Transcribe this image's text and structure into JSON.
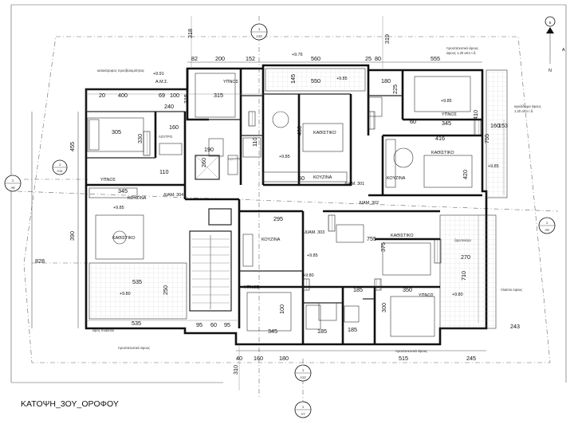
{
  "drawing_title": "ΚΑΤΟΨΗ_3ΟΥ_ΟΡΟΦΟΥ",
  "north": {
    "letter": "N",
    "arrow_label_top": "B",
    "arrow_label_mid": "A"
  },
  "section_markers": [
    {
      "id": "top",
      "num": "1",
      "ref": "A10"
    },
    {
      "id": "left",
      "num": "1",
      "ref": "A8"
    },
    {
      "id": "right",
      "num": "1",
      "ref": "A9"
    },
    {
      "id": "bottom-mid",
      "num": "1",
      "ref": "A12"
    },
    {
      "id": "bottom",
      "num": "1",
      "ref": "A7"
    },
    {
      "id": "left-small",
      "num": "1",
      "ref": "A11"
    }
  ],
  "rooms": {
    "ypnos_a": "ΥΠΝΟΣ",
    "ypnos_b": "ΥΠΝΟΣ",
    "ypnos_c": "ΥΠΝΟΣ",
    "ypnos_d": "ΥΠΝΟΣ",
    "ypnos_e": "ΥΠΝΟΣ",
    "kathistiko_a": "ΚΑΘΙΣΤΙΚΟ",
    "kathistiko_b": "ΚΑΘΙΣΤΙΚΟ",
    "kathistiko_c": "ΚΑΘΙΣΤΙΚΟ",
    "kathistiko_d": "ΚΑΘΙΣΤΙΚΟ",
    "kouzina_a": "ΚΟΥΖΙΝΑ",
    "kouzina_b": "ΚΟΥΖΙΝΑ",
    "kouzina_c": "ΚΟΥΖΙΝΑ",
    "kouzina_d": "ΚΟΥΖΙΝΑ",
    "diam_301": "ΔΙΑΜ. 301",
    "diam_302": "ΔΙΑΜ. 302",
    "diam_303": "ΔΙΑΜ. 303",
    "diam_304": "ΔΙΑΜ. 304",
    "ams": "Α.Μ.Σ.",
    "lutro": "ΛΟΥΤΡΟ",
    "lutro_b": "ΛΟΥΤΡΟ"
  },
  "levels": {
    "l1": "+9.91",
    "l2": "+9.76",
    "l3": "+9.85",
    "l4": "+9.85",
    "l5": "+9.85",
    "l6": "+9.85",
    "l7": "+9.85",
    "l8": "+9.80",
    "l9": "+9.80",
    "l10": "+9.80",
    "l11": "+9.85"
  },
  "dims": {
    "top": [
      "82",
      "200",
      "152",
      "560",
      "25",
      "80",
      "555"
    ],
    "top_318": "318",
    "top_319": "319",
    "row2": [
      "20",
      "400",
      "69",
      "100",
      "315",
      "550",
      "180"
    ],
    "side_left": [
      "455",
      "390",
      "828"
    ],
    "bottom": [
      "40",
      "160",
      "180",
      "515",
      "245"
    ],
    "bottom_310": "310",
    "bottom_left": [
      "535",
      "95",
      "60",
      "95"
    ],
    "misc": {
      "d160": "160",
      "d190": "190",
      "d260": "260",
      "d110a": "110",
      "d110b": "110",
      "d345a": "345",
      "d535a": "535",
      "d250": "250",
      "d330": "330",
      "d305": "305",
      "d315": "315",
      "d400": "400",
      "d60a": "60",
      "d410": "410",
      "d225": "225",
      "d345b": "345",
      "d60b": "60",
      "d416": "416",
      "d153": "153",
      "d160b": "160",
      "d755": "755",
      "d420": "420",
      "d295": "295",
      "d755b": "755",
      "d375": "375",
      "d270": "270",
      "d710": "710",
      "d185": "185",
      "d350": "350",
      "d300": "300",
      "d100": "100",
      "d345c": "345",
      "d185b": "185",
      "d185c": "185",
      "d243": "243",
      "d240": "240",
      "d145": "145"
    }
  },
  "notes": {
    "n1": "κατακόρυφος προσβασιμότητας",
    "n2": "προστατευτικό ύψους",
    "n3": "ύψους 1.20 απο τ.δ.",
    "n4": "κιγκλίδωμα ύψους",
    "n5": "1.20 απο τ.δ.",
    "n6": "ζαρντινιέρα",
    "n7": "πλαίσιο ύψους",
    "n8": "ύψος πλαισίου"
  }
}
